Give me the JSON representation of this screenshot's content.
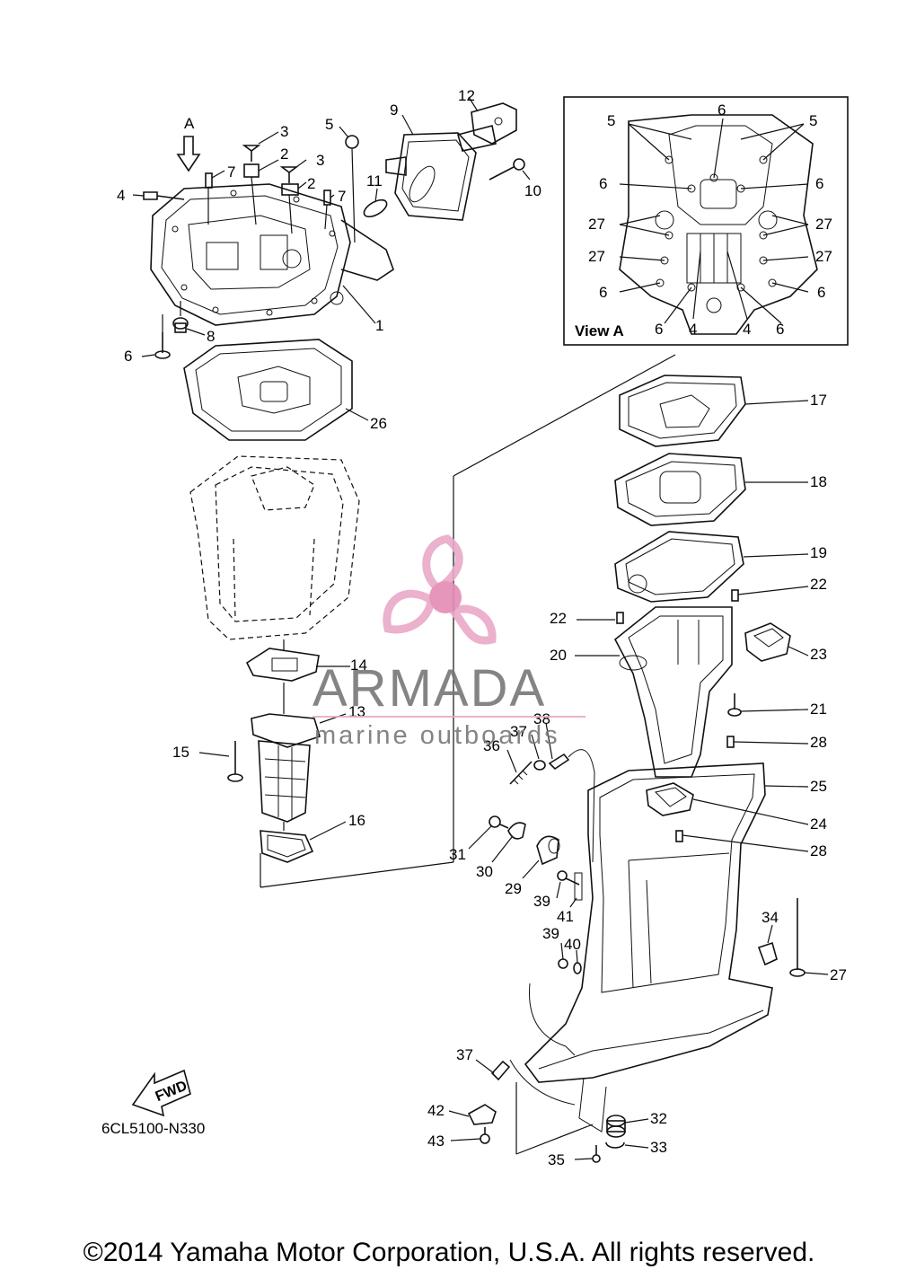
{
  "diagram": {
    "code": "6CL5100-N330",
    "view_arrow_label": "A",
    "fwd_label": "FWD",
    "view_a": {
      "title": "View A",
      "callouts": [
        "5",
        "6",
        "5",
        "6",
        "6",
        "27",
        "27",
        "27",
        "27",
        "6",
        "6",
        "6",
        "4",
        "4",
        "6"
      ]
    },
    "callouts": [
      "1",
      "2",
      "2",
      "3",
      "3",
      "4",
      "5",
      "6",
      "7",
      "7",
      "8",
      "9",
      "10",
      "11",
      "12",
      "13",
      "14",
      "15",
      "16",
      "17",
      "18",
      "19",
      "20",
      "21",
      "22",
      "22",
      "23",
      "24",
      "25",
      "26",
      "27",
      "28",
      "28",
      "29",
      "30",
      "31",
      "32",
      "33",
      "34",
      "35",
      "36",
      "37",
      "37",
      "38",
      "39",
      "39",
      "40",
      "41",
      "42",
      "43"
    ]
  },
  "watermark": {
    "brand": "ARMADA",
    "tagline": "marine outboards",
    "colors": {
      "logo": "#e9a9c8",
      "logo_center": "#e58bb4",
      "text": "#777777"
    }
  },
  "footer": {
    "copyright": "©2014 Yamaha Motor Corporation, U.S.A. All rights reserved."
  }
}
